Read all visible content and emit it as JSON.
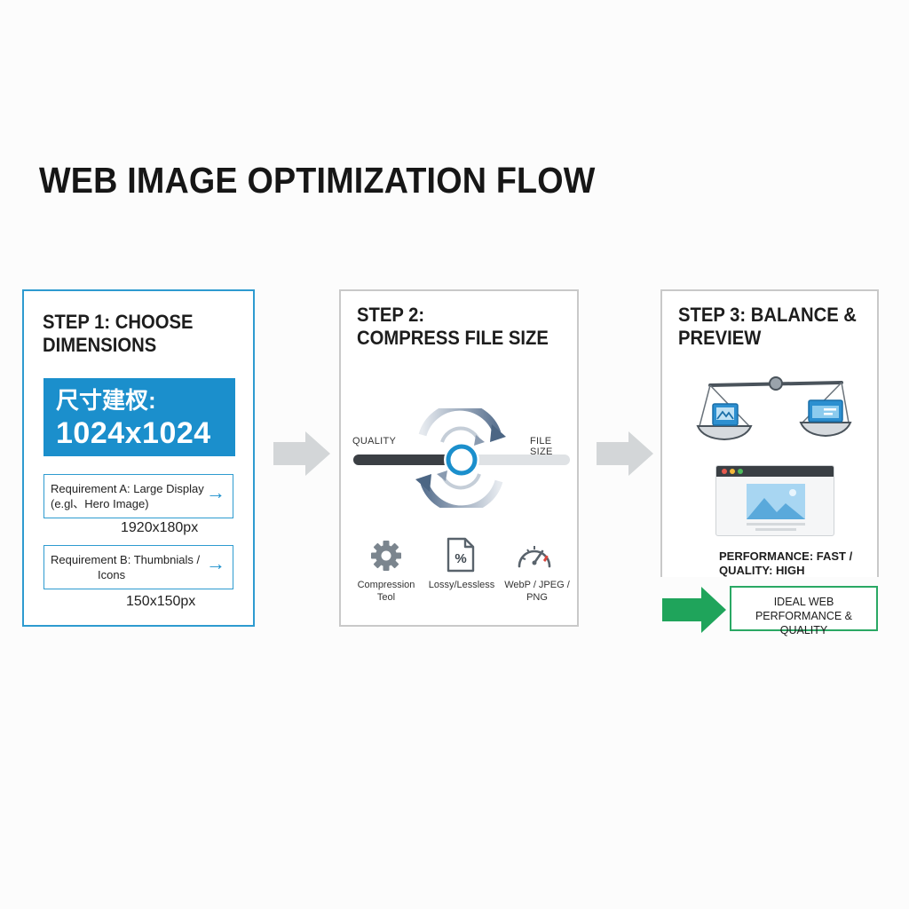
{
  "title": "WEB IMAGE OPTIMIZATION FLOW",
  "step1": {
    "title_line1": "STEP 1: CHOOSE",
    "title_line2": "DIMENSIONS",
    "dimension_label": "尺寸建杈:",
    "dimension_value": "1024x1024",
    "requirements": [
      {
        "line1": "Requirement A: Large Display",
        "line2": "(e.gl、Hero Image)",
        "size": "1920x180px"
      },
      {
        "line1": "Requirement B: Thumbnials /",
        "line2": "Icons",
        "size": "150x150px"
      }
    ]
  },
  "step2": {
    "title_line1": "STEP 2:",
    "title_line2": "COMPRESS FILE SIZE",
    "slider_left_label": "QUALITY",
    "slider_right_label": "FILE SIZE",
    "tools": [
      {
        "icon": "gear-icon",
        "line1": "Compression",
        "line2": "Teol"
      },
      {
        "icon": "percent-file-icon",
        "line1": "Lossy/Lessless",
        "line2": ""
      },
      {
        "icon": "speedometer-icon",
        "line1": "WebP / JPEG / PNG",
        "line2": ""
      }
    ]
  },
  "step3": {
    "title_line1": "STEP 3: BALANCE &",
    "title_line2": "PREVIEW",
    "perf_line1": "PERFORMANCE: FAST /",
    "perf_line2": "QUALITY: HIGH"
  },
  "result": {
    "line1": "IDEAL WEB",
    "line2": "PERFORMANCE & QUALITY"
  },
  "colors": {
    "accent_blue": "#1b8fcc",
    "border_blue": "#2e9bd0",
    "accent_green": "#1fa45b",
    "arrow_gray": "#d3d6d8"
  }
}
